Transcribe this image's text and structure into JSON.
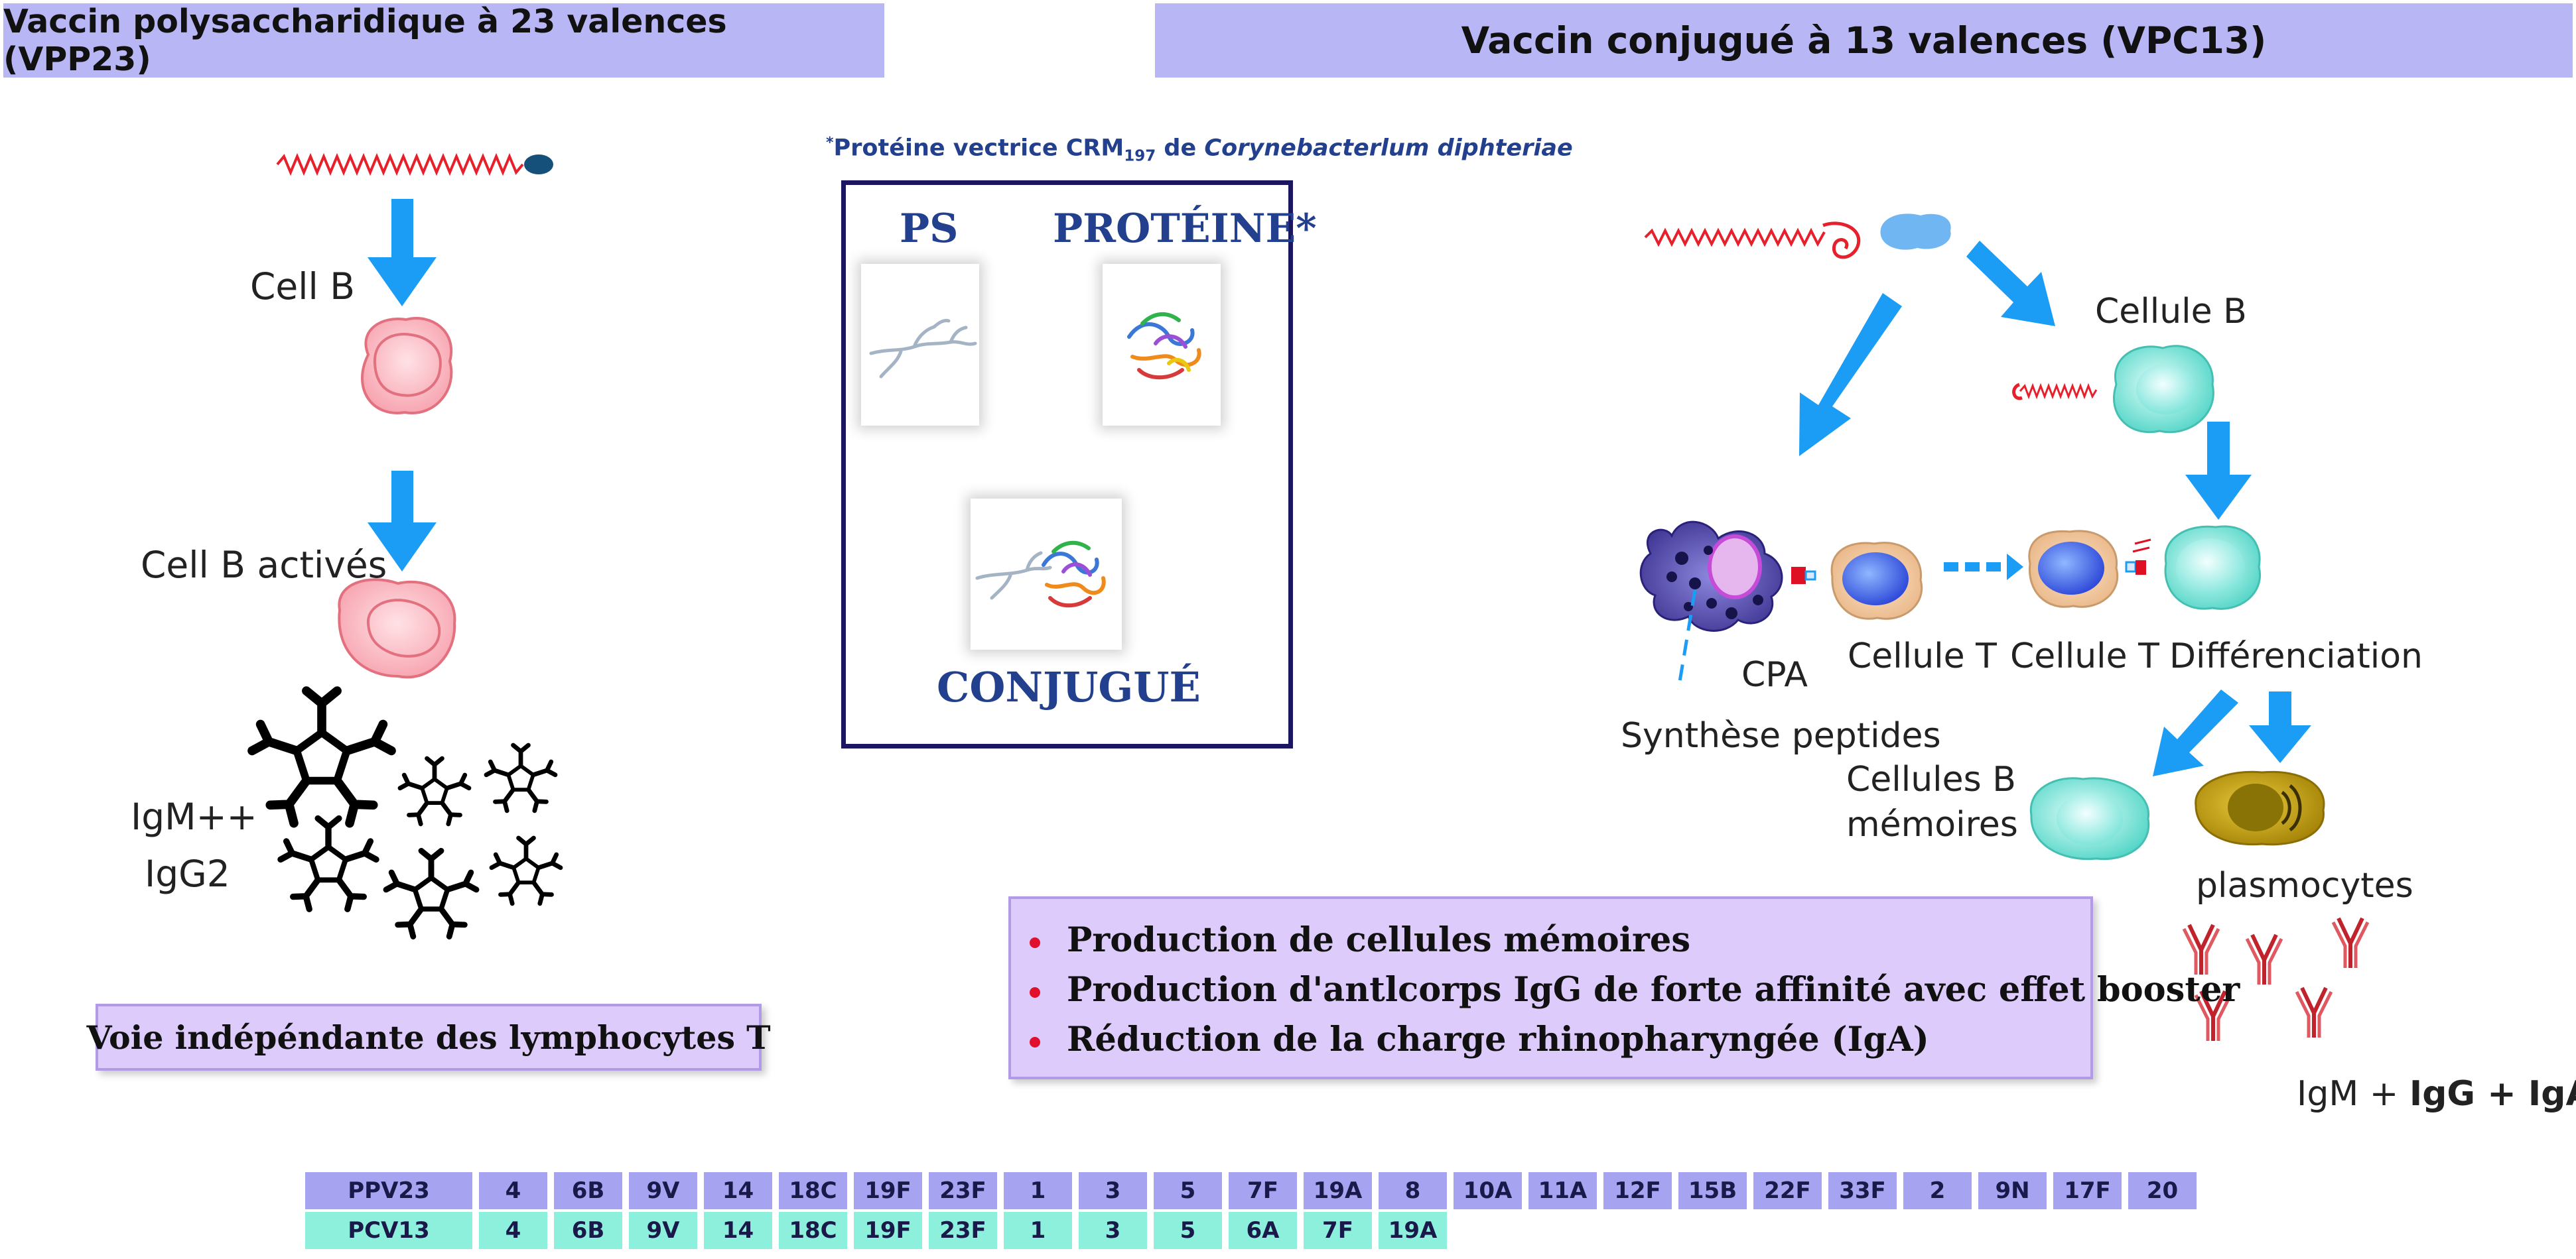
{
  "headers": {
    "left": "Vaccin polysaccharidique à 23 valences (VPP23)",
    "right": "Vaccin conjugué à 13 valences (VPC13)"
  },
  "left_panel": {
    "cell_b": "Cell B",
    "cell_b_active": "Cell B activés",
    "antibodies_line1": "IgM++",
    "antibodies_line2": "IgG2",
    "pathway_box": "Voie indépéndante des lymphocytes T"
  },
  "center_panel": {
    "note_star": "*",
    "note_prefix": "Protéine vectrice CRM",
    "note_sub": "197",
    "note_mid": " de ",
    "note_italic": "Corynebacterlum diphteriae",
    "ps_label": "PS",
    "protein_label": "PROTÉINE*",
    "conjugate_label": "CONJUGUÉ"
  },
  "right_panel": {
    "cellule_b": "Cellule B",
    "cpa": "CPA",
    "synthese": "Synthèse peptides",
    "cellule_t_1": "Cellule T",
    "cellule_t_2": "Cellule T",
    "differenciation": "Différenciation",
    "memory_line1": "Cellules B",
    "memory_line2": "mémoires",
    "plasmocytes": "plasmocytes",
    "result_igm": "IgM + ",
    "result_bold": "IgG + IgA"
  },
  "benefits": [
    "Production de cellules mémoires",
    "Production d'antlcorps IgG de forte affinité avec effet booster",
    "Réduction de la charge rhinopharyngée (IgA)"
  ],
  "serotypes": {
    "ppv_label": "PPV23",
    "ppv": [
      "4",
      "6B",
      "9V",
      "14",
      "18C",
      "19F",
      "23F",
      "1",
      "3",
      "5",
      "7F",
      "19A",
      "8",
      "10A",
      "11A",
      "12F",
      "15B",
      "22F",
      "33F",
      "2",
      "9N",
      "17F",
      "20"
    ],
    "pcv_label": "PCV13",
    "pcv": [
      "4",
      "6B",
      "9V",
      "14",
      "18C",
      "19F",
      "23F",
      "1",
      "3",
      "5",
      "6A",
      "7F",
      "19A"
    ]
  },
  "colors": {
    "title_bg": "#b9b6f5",
    "arrow_blue": "#1b9cf5",
    "navy": "#23408f",
    "ppv_bg": "#a6a3f1",
    "pcv_bg": "#8df0dd",
    "bullet_red": "#e0102c"
  }
}
